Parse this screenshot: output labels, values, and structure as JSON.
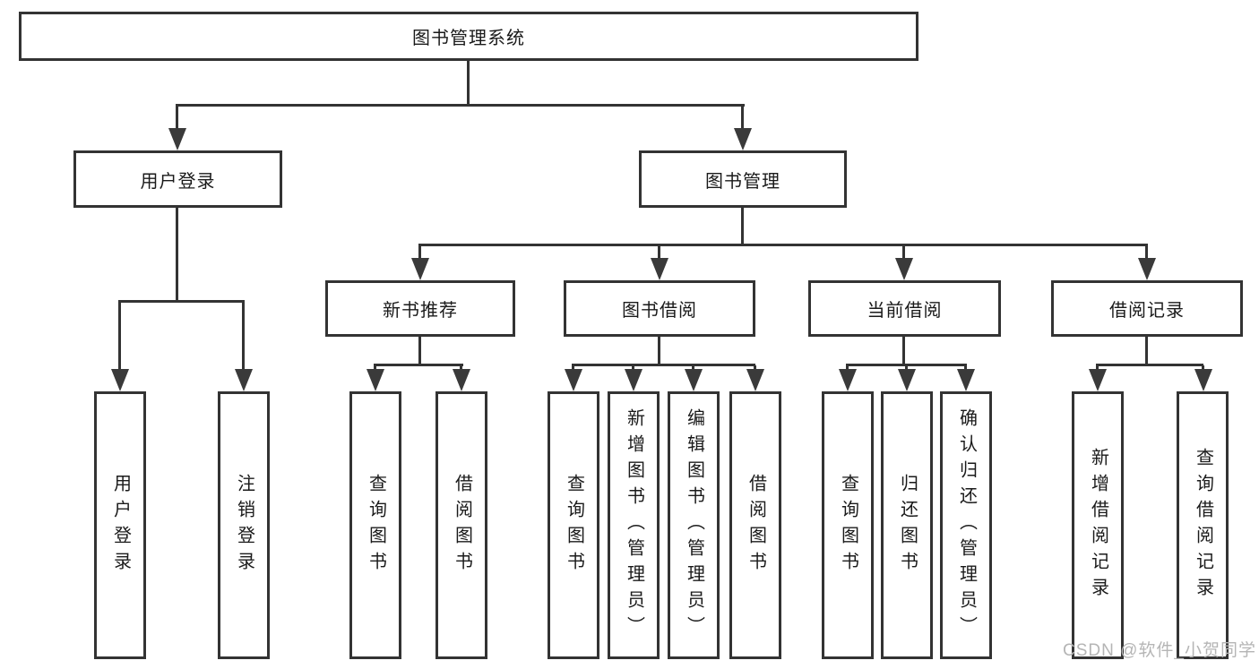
{
  "diagram": {
    "title_node": "图书管理系统",
    "level2": {
      "user_login": "用户登录",
      "book_mgmt": "图书管理"
    },
    "level3": {
      "new_rec": "新书推荐",
      "book_borrow": "图书借阅",
      "current_borrow": "当前借阅",
      "borrow_records": "借阅记录"
    },
    "leaves": {
      "user_login_leaf": "用户登录",
      "logout_leaf": "注销登录",
      "query_books_newrec": "查询图书",
      "borrow_books_newrec": "借阅图书",
      "query_books_borrow": "查询图书",
      "add_books_admin": "新增图书（管理员）",
      "edit_books_admin": "编辑图书（管理员）",
      "borrow_books_borrow": "借阅图书",
      "query_books_current": "查询图书",
      "return_books": "归还图书",
      "confirm_return_admin": "确认归还（管理员）",
      "add_borrow_record": "新增借阅记录",
      "query_borrow_record": "查询借阅记录"
    }
  },
  "watermark": "CSDN @软件_小贺同学",
  "colors": {
    "line": "#333333",
    "text": "#1a1a1a",
    "watermark": "#b5b5b5",
    "background": "#ffffff"
  }
}
